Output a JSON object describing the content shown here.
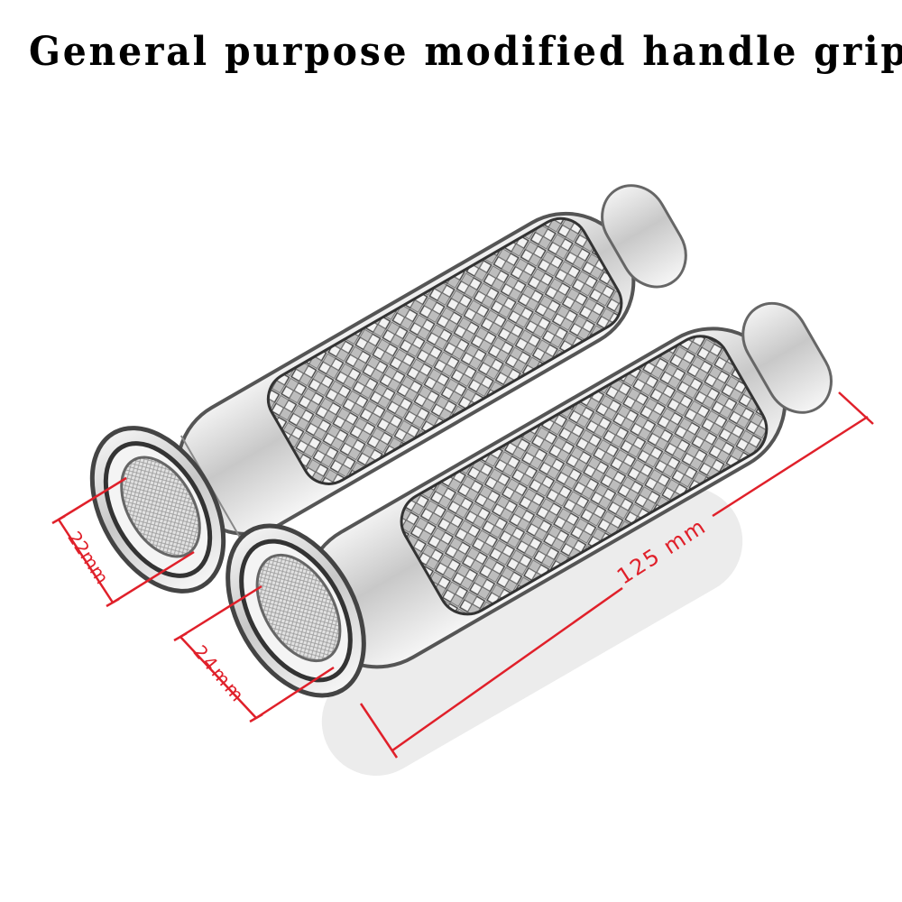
{
  "title": "General purpose modified handle grips",
  "dimensions": {
    "inner_diameter": "22mm",
    "outer_diameter": "24mm",
    "length": "125 mm"
  },
  "colors": {
    "dimension_line": "#e0202a",
    "grip_metal": "#b8b8b8",
    "grip_outline": "#555555"
  }
}
